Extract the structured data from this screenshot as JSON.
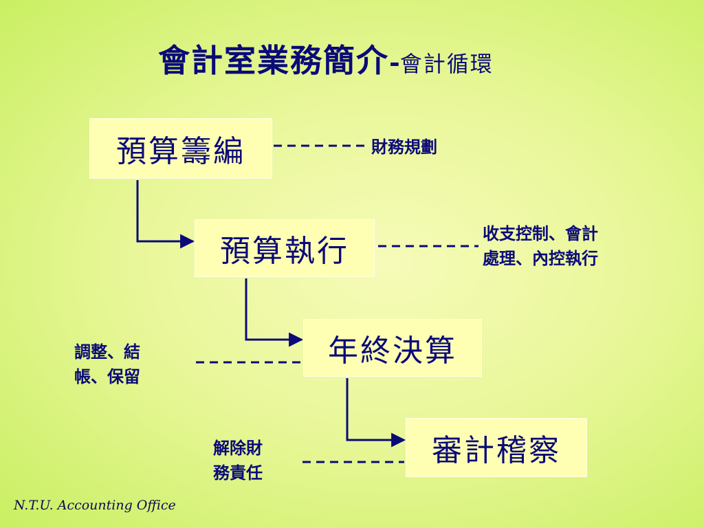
{
  "title": {
    "main": "會計室業務簡介",
    "separator": "-",
    "sub": "會計循環"
  },
  "steps": [
    {
      "label": "預算籌編",
      "note": [
        "財務規劃"
      ]
    },
    {
      "label": "預算執行",
      "note": [
        "收支控制、會計",
        "處理、內控執行"
      ]
    },
    {
      "label": "年終決算",
      "note": [
        "調整、結",
        "帳、保留"
      ]
    },
    {
      "label": "審計稽察",
      "note": [
        "解除財",
        "務責任"
      ]
    }
  ],
  "footer": "N.T.U. Accounting Office",
  "colors": {
    "text": "#0a0a78",
    "box_fill": "#ffffb4",
    "arrow": "#0a0a78",
    "background_center": "#f6fbb8",
    "background_edge": "#c9ef62"
  }
}
